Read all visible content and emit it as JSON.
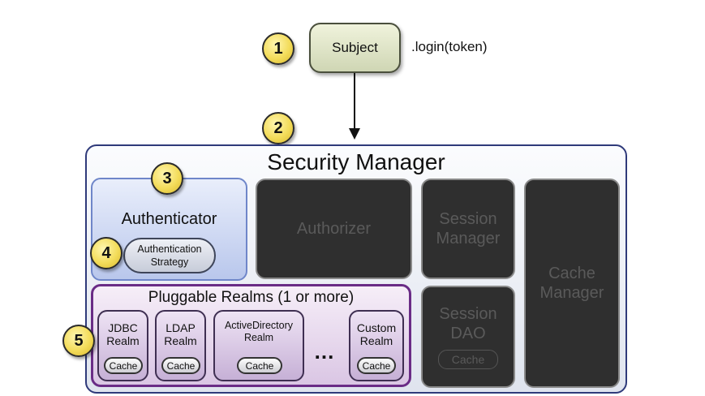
{
  "steps": [
    "1",
    "2",
    "3",
    "4",
    "5"
  ],
  "subject": {
    "label": "Subject",
    "call": ".login(token)"
  },
  "security_manager": {
    "title": "Security Manager"
  },
  "authenticator": {
    "label": "Authenticator",
    "strategy_line1": "Authentication",
    "strategy_line2": "Strategy"
  },
  "authorizer": {
    "label": "Authorizer"
  },
  "session_manager": {
    "line1": "Session",
    "line2": "Manager"
  },
  "session_dao": {
    "line1": "Session",
    "line2": "DAO",
    "cache": "Cache"
  },
  "cache_manager": {
    "line1": "Cache",
    "line2": "Manager"
  },
  "realms": {
    "title": "Pluggable Realms (1 or more)",
    "items": [
      {
        "line1": "JDBC",
        "line2": "Realm",
        "cache": "Cache"
      },
      {
        "line1": "LDAP",
        "line2": "Realm",
        "cache": "Cache"
      },
      {
        "line1": "ActiveDirectory",
        "line2": "Realm",
        "cache": "Cache"
      },
      {
        "line1": "Custom",
        "line2": "Realm",
        "cache": "Cache"
      }
    ],
    "ellipsis": "..."
  },
  "colors": {
    "step_fill": "#f3dc5a",
    "subject_fill": "#dfe5c8",
    "security_manager_border": "#2f3a7a",
    "authenticator_fill": "#c9d4f0",
    "realms_border": "#6a2c86",
    "inactive_fill": "#2f2f2f"
  }
}
